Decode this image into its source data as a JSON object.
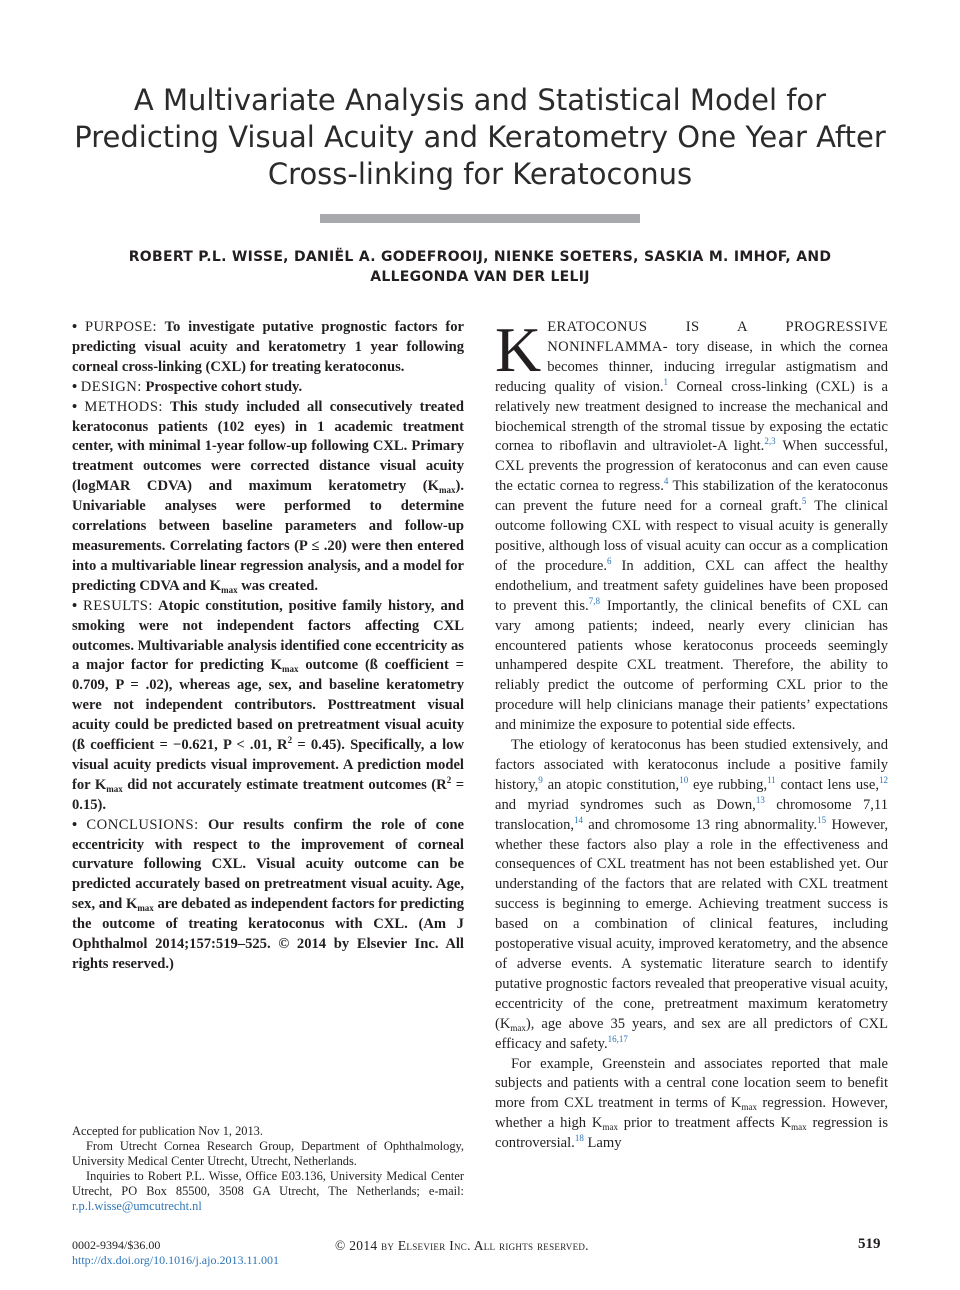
{
  "article": {
    "title_lines": [
      "A Multivariate Analysis and Statistical Model for",
      "Predicting Visual Acuity and Keratometry One Year After",
      "Cross-linking for Keratoconus"
    ],
    "author_lines": [
      "ROBERT P.L. WISSE, DANIËL A. GODEFROOIJ, NIENKE SOETERS, SASKIA M. IMHOF, AND",
      "ALLEGONDA VAN DER LELIJ"
    ]
  },
  "abstract": {
    "purpose_label": "PURPOSE:",
    "purpose_text": "To investigate putative prognostic factors for predicting visual acuity and keratometry 1 year following corneal cross-linking (CXL) for treating keratoconus.",
    "design_label": "DESIGN:",
    "design_text": "Prospective cohort study.",
    "methods_label": "METHODS:",
    "methods_text_a": "This study included all consecutively treated keratoconus patients (102 eyes) in 1 academic treatment center, with minimal 1-year follow-up following CXL. Primary treatment outcomes were corrected distance visual acuity (logMAR CDVA) and maximum keratometry (K",
    "methods_text_b": "). Univariable analyses were performed to determine correlations between baseline parameters and follow-up measurements. Correlating factors (P ≤ .20) were then entered into a multivariable linear regression analysis, and a model for predicting CDVA and K",
    "methods_text_c": " was created.",
    "results_label": "RESULTS:",
    "results_text_a": "Atopic constitution, positive family history, and smoking were not independent factors affecting CXL outcomes. Multivariable analysis identified cone eccentricity as a major factor for predicting K",
    "results_text_b": " outcome (ß coefficient = 0.709, P = .02), whereas age, sex, and baseline keratometry were not independent contributors. Posttreatment visual acuity could be predicted based on pretreatment visual acuity (ß coefficient = −0.621, P < .01, R",
    "results_text_c": " = 0.45). Specifically, a low visual acuity predicts visual improvement. A prediction model for K",
    "results_text_d": " did not accurately estimate treatment outcomes (R",
    "results_text_e": " = 0.15).",
    "conclusions_label": "CONCLUSIONS:",
    "conclusions_text_a": "Our results confirm the role of cone eccentricity with respect to the improvement of corneal curvature following CXL. Visual acuity outcome can be predicted accurately based on pretreatment visual acuity. Age, sex, and K",
    "conclusions_text_b": " are debated as independent factors for predicting the outcome of treating keratoconus with CXL.",
    "citation": "(Am J Ophthalmol 2014;157:519–525. © 2014 by Elsevier Inc. All rights reserved.)",
    "bullet": "•",
    "sub_max": "max",
    "sup_2": "2"
  },
  "body": {
    "dropcap": "K",
    "p1_smallcaps": "ERATOCONUS IS A PROGRESSIVE NONINFLAMMA-",
    "p1_a": "tory disease, in which the cornea becomes thinner, inducing irregular astigmatism and reducing quality of vision.",
    "ref1": "1",
    "p1_b": " Corneal cross-linking (CXL) is a relatively new treatment designed to increase the mechanical and biochemical strength of the stromal tissue by exposing the ectatic cornea to riboflavin and ultraviolet-A light.",
    "ref2": "2,3",
    "p1_c": " When successful, CXL prevents the progression of keratoconus and can even cause the ectatic cornea to regress.",
    "ref3": "4",
    "p1_d": " This stabilization of the keratoconus can prevent the future need for a corneal graft.",
    "ref4": "5",
    "p1_e": " The clinical outcome following CXL with respect to visual acuity is generally positive, although loss of visual acuity can occur as a complication of the procedure.",
    "ref5": "6",
    "p1_f": " In addition, CXL can affect the healthy endothelium, and treatment safety guidelines have been proposed to prevent this.",
    "ref6": "7,8",
    "p1_g": " Importantly, the clinical benefits of CXL can vary among patients; indeed, nearly every clinician has encountered patients whose keratoconus proceeds seemingly unhampered despite CXL treatment. Therefore, the ability to reliably predict the outcome of performing CXL prior to the procedure will help clinicians manage their patients’ expectations and minimize the exposure to potential side effects.",
    "p2_a": "The etiology of keratoconus has been studied extensively, and factors associated with keratoconus include a positive family history,",
    "ref7": "9",
    "p2_b": " an atopic constitution,",
    "ref8": "10",
    "p2_c": " eye rubbing,",
    "ref9": "11",
    "p2_d": " contact lens use,",
    "ref10": "12",
    "p2_e": " and myriad syndromes such as Down,",
    "ref11": "13",
    "p2_f": " chromosome 7,11 translocation,",
    "ref12": "14",
    "p2_g": " and chromosome 13 ring abnormality.",
    "ref13": "15",
    "p2_h": " However, whether these factors also play a role in the effectiveness and consequences of CXL treatment has not been established yet. Our understanding of the factors that are related with CXL treatment success is beginning to emerge. Achieving treatment success is based on a combination of clinical features, including postoperative visual acuity, improved keratometry, and the absence of adverse events. A systematic literature search to identify putative prognostic factors revealed that preoperative visual acuity, eccentricity of the cone, pretreatment maximum keratometry (K",
    "p2_i": "), age above 35 years, and sex are all predictors of CXL efficacy and safety.",
    "ref14": "16,17",
    "p3_a": "For example, Greenstein and associates reported that male subjects and patients with a central cone location seem to benefit more from CXL treatment in terms of K",
    "p3_b": " regression. However, whether a high K",
    "p3_c": " prior to treatment affects K",
    "p3_d": " regression is controversial.",
    "ref15": "18",
    "p3_e": " Lamy"
  },
  "footnote": {
    "accepted": "Accepted for publication Nov 1, 2013.",
    "from": "From Utrecht Cornea Research Group, Department of Ophthalmology, University Medical Center Utrecht, Utrecht, Netherlands.",
    "inquiries": "Inquiries to Robert P.L. Wisse, Office E03.136, University Medical Center Utrecht, PO Box 85500, 3508 GA Utrecht, The Netherlands; e-mail: ",
    "email": "r.p.l.wisse@umcutrecht.nl"
  },
  "footer": {
    "issn": "0002-9394/$36.00",
    "doi": "http://dx.doi.org/10.1016/j.ajo.2013.11.001",
    "copyright": "© 2014 by Elsevier Inc. All rights reserved.",
    "page_number": "519"
  },
  "colors": {
    "link": "#2e75b6",
    "rule": "#a7a9ac"
  }
}
